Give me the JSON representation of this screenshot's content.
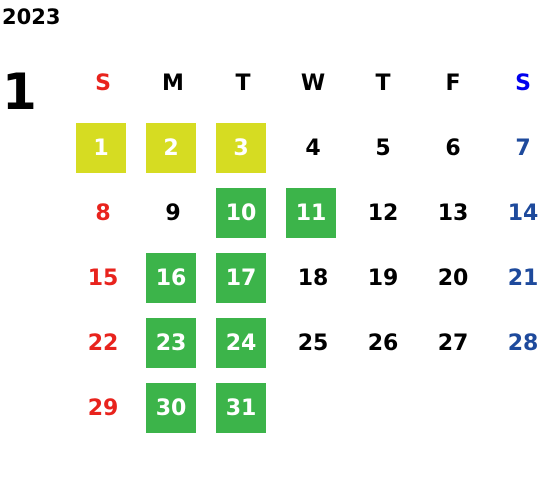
{
  "calendar": {
    "year": "2023",
    "month": "1",
    "weekday_headers": [
      "S",
      "M",
      "T",
      "W",
      "T",
      "F",
      "S"
    ],
    "colors": {
      "sunday": "#e8231d",
      "saturday": "#1e4a9c",
      "saturday_header": "#0000ee",
      "weekday": "#000000",
      "highlight_yellow": "#d6dc22",
      "highlight_green": "#3cb44a"
    },
    "weeks": [
      [
        {
          "day": "1",
          "highlight": "yellow"
        },
        {
          "day": "2",
          "highlight": "yellow"
        },
        {
          "day": "3",
          "highlight": "yellow"
        },
        {
          "day": "4",
          "highlight": null
        },
        {
          "day": "5",
          "highlight": null
        },
        {
          "day": "6",
          "highlight": null
        },
        {
          "day": "7",
          "highlight": null
        }
      ],
      [
        {
          "day": "8",
          "highlight": null
        },
        {
          "day": "9",
          "highlight": null
        },
        {
          "day": "10",
          "highlight": "green"
        },
        {
          "day": "11",
          "highlight": "green"
        },
        {
          "day": "12",
          "highlight": null
        },
        {
          "day": "13",
          "highlight": null
        },
        {
          "day": "14",
          "highlight": null
        }
      ],
      [
        {
          "day": "15",
          "highlight": null
        },
        {
          "day": "16",
          "highlight": "green"
        },
        {
          "day": "17",
          "highlight": "green"
        },
        {
          "day": "18",
          "highlight": null
        },
        {
          "day": "19",
          "highlight": null
        },
        {
          "day": "20",
          "highlight": null
        },
        {
          "day": "21",
          "highlight": null
        }
      ],
      [
        {
          "day": "22",
          "highlight": null
        },
        {
          "day": "23",
          "highlight": "green"
        },
        {
          "day": "24",
          "highlight": "green"
        },
        {
          "day": "25",
          "highlight": null
        },
        {
          "day": "26",
          "highlight": null
        },
        {
          "day": "27",
          "highlight": null
        },
        {
          "day": "28",
          "highlight": null
        }
      ],
      [
        {
          "day": "29",
          "highlight": null
        },
        {
          "day": "30",
          "highlight": "green"
        },
        {
          "day": "31",
          "highlight": "green"
        },
        {
          "day": "",
          "highlight": null
        },
        {
          "day": "",
          "highlight": null
        },
        {
          "day": "",
          "highlight": null
        },
        {
          "day": "",
          "highlight": null
        }
      ]
    ]
  }
}
